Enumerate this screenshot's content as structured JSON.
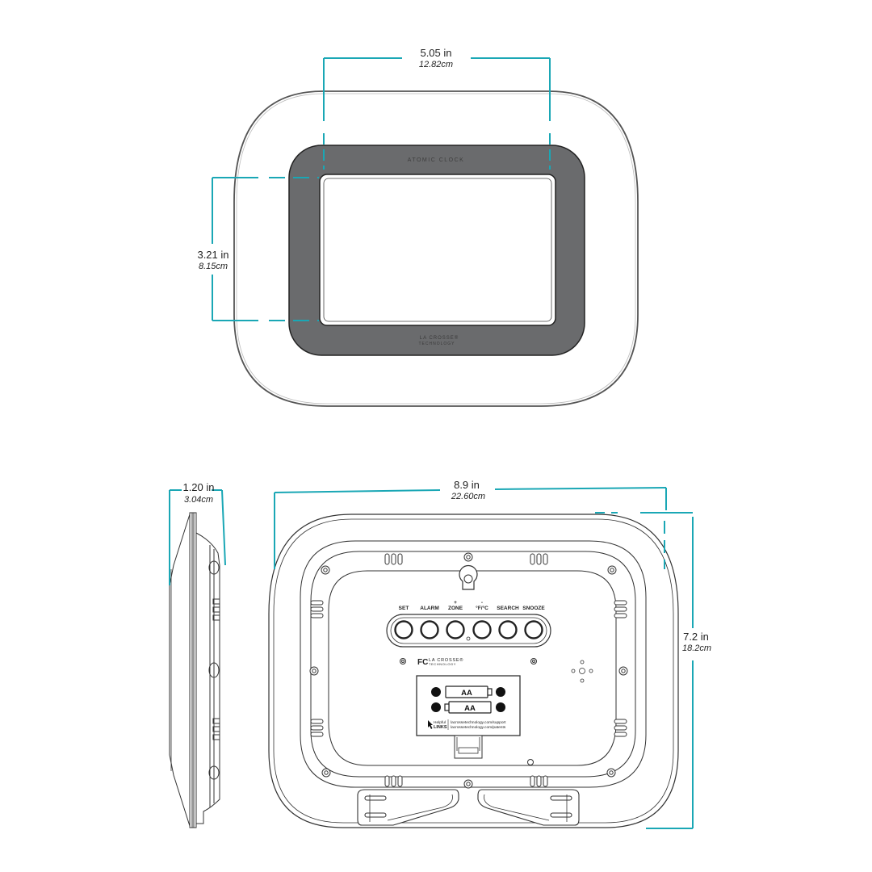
{
  "colors": {
    "dimension_line": "#1aa7b5",
    "outline": "#3a3a3a",
    "bezel": "#6a6b6d",
    "background": "#ffffff"
  },
  "front_view": {
    "face_label": "ATOMIC CLOCK",
    "brand_line1": "LA CROSSE®",
    "brand_line2": "TECHNOLOGY",
    "width_dimension": {
      "inches": "5.05 in",
      "cm": "12.82cm"
    },
    "height_dimension": {
      "inches": "3.21 in",
      "cm": "8.15cm"
    }
  },
  "side_view": {
    "depth_dimension": {
      "inches": "1.20 in",
      "cm": "3.04cm"
    }
  },
  "back_view": {
    "width_dimension": {
      "inches": "8.9 in",
      "cm": "22.60cm"
    },
    "height_dimension": {
      "inches": "7.2 in",
      "cm": "18.2cm"
    },
    "buttons": [
      {
        "label": "SET",
        "modifier": ""
      },
      {
        "label": "ALARM",
        "modifier": ""
      },
      {
        "label": "ZONE",
        "modifier": "+"
      },
      {
        "label": "°F/°C",
        "modifier": "-"
      },
      {
        "label": "SEARCH",
        "modifier": ""
      },
      {
        "label": "SNOOZE",
        "modifier": ""
      }
    ],
    "certification_mark": "FC",
    "brand_line1": "LA CROSSE®",
    "brand_line2": "TECHNOLOGY",
    "battery_compartment": {
      "batteries": [
        "AA",
        "AA"
      ],
      "helpful_label_line1": "Helpful",
      "helpful_label_line2": "LINKS",
      "link_support": "lacrossetechnology.com/support",
      "link_patents": "lacrossetechnology.com/patents"
    }
  }
}
